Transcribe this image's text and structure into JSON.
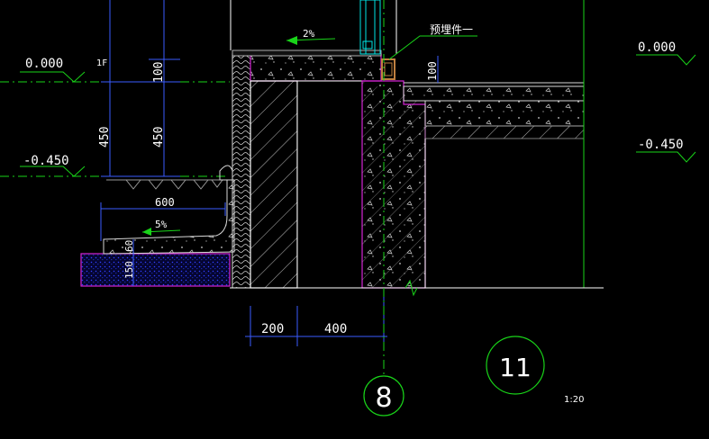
{
  "colors": {
    "background": "#000000",
    "wall": "#ffffff",
    "magenta": "#d424d4",
    "green": "#19d419",
    "blue": "#3a5cff",
    "cyan": "#00e5e5",
    "yellow": "#ffff00",
    "grey": "#9a9a9a",
    "brown": "#c08040",
    "navy": "#1a1aa0"
  },
  "labels": {
    "floor_label": "1F",
    "embedded_part": "预埋件一",
    "scale": "1:20"
  },
  "elevations": {
    "left_zero": "0.000",
    "left_minus": "-0.450",
    "right_zero": "0.000",
    "right_minus": "-0.450"
  },
  "slopes": {
    "top": "2%",
    "apron": "5%"
  },
  "dimensions": {
    "vert_100": "100",
    "vert_450_a": "450",
    "vert_450_b": "450",
    "right_100": "100",
    "apron_width": "600",
    "apron_60": "60",
    "apron_150": "150",
    "bottom_200": "200",
    "bottom_400": "400"
  },
  "axis": {
    "grid_8": "8",
    "detail_11": "11"
  }
}
